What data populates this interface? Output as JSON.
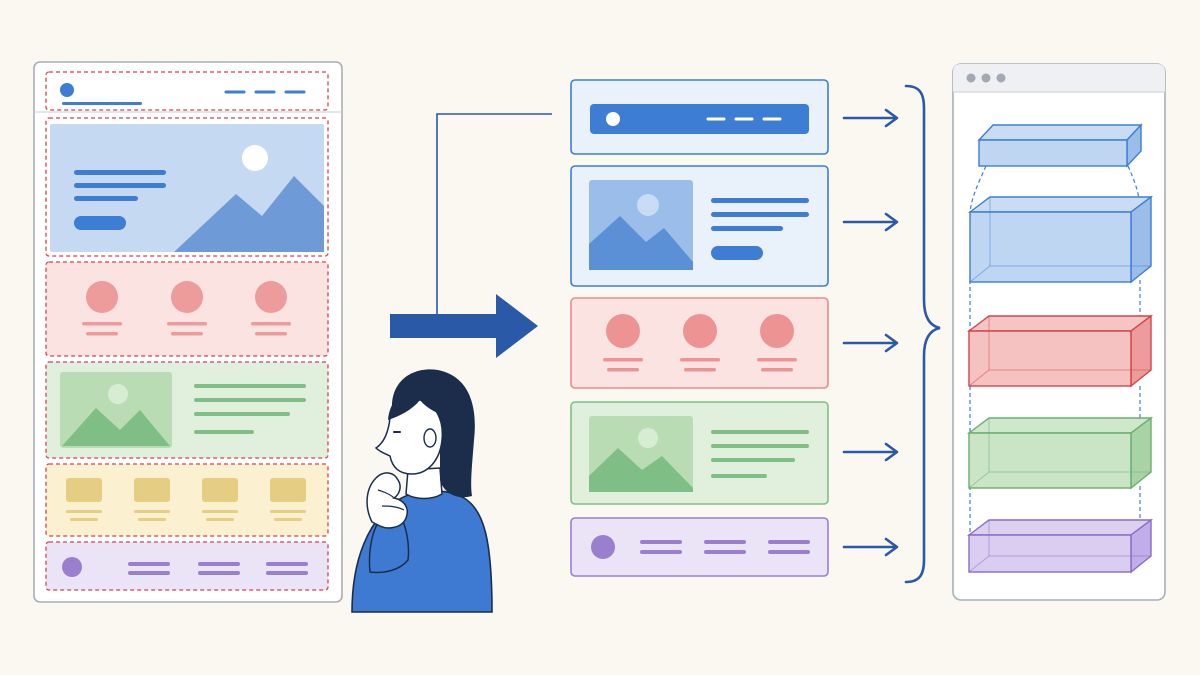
{
  "diagram": {
    "stages": [
      "wireframe",
      "extracted-components",
      "component-blocks-in-browser"
    ],
    "sections": [
      {
        "id": "header",
        "kind": "nav"
      },
      {
        "id": "hero",
        "kind": "image-with-text"
      },
      {
        "id": "features",
        "kind": "three-circles"
      },
      {
        "id": "media",
        "kind": "image-with-text"
      },
      {
        "id": "cards",
        "kind": "four-cards"
      },
      {
        "id": "footer",
        "kind": "avatar-with-links"
      }
    ],
    "extracted_components": [
      "header",
      "hero",
      "features",
      "media",
      "footer"
    ]
  },
  "colors": {
    "background": "#fbf8f2",
    "outline": "#9aa3ad",
    "dashed_boundary": "#d2454b",
    "blue": "#3d7ed4",
    "blue_fill": "#dbe8f8",
    "red": "#e68c8c",
    "red_fill": "#fbe3e1",
    "green": "#7fbf85",
    "green_fill": "#e0f0dc",
    "yellow": "#e6cd84",
    "yellow_fill": "#fbf0cf",
    "purple": "#9b7fcf",
    "purple_fill": "#ebe3f6",
    "arrow": "#2a59a8",
    "person_hair": "#1b2d4a",
    "person_shirt": "#3f7ad2",
    "skin": "#ffffff"
  },
  "icons": [
    "browser-dots-icon",
    "image-placeholder-icon",
    "sun-icon",
    "mountain-icon",
    "arrow-right-icon",
    "curly-brace-icon",
    "thinking-person-icon"
  ]
}
